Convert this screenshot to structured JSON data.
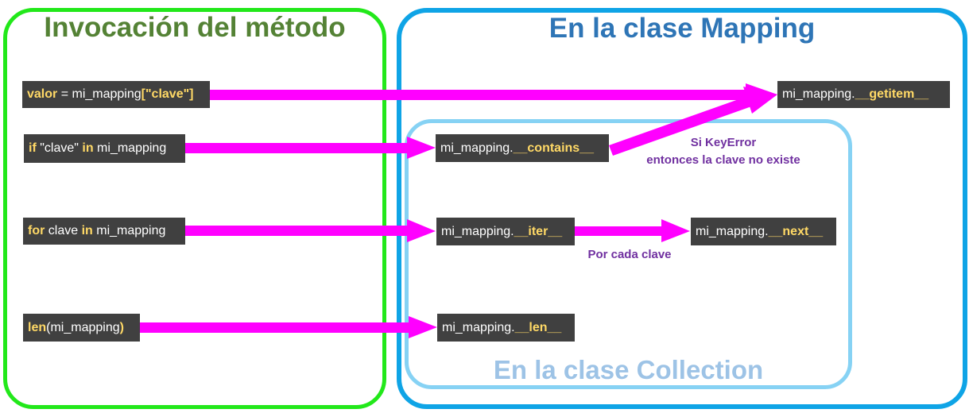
{
  "panels": {
    "left_title": "Invocación del método",
    "right_title": "En la clase Mapping",
    "collection_title": "En la clase Collection"
  },
  "invocations": {
    "getitem": {
      "p1": "valor",
      "p2": " = mi_mapping",
      "p3": "[\"clave\"]"
    },
    "contains": {
      "p1": "if",
      "p2": " \"clave\" ",
      "p3": "in",
      "p4": " mi_mapping"
    },
    "iter": {
      "p1": "for",
      "p2": " clave ",
      "p3": "in",
      "p4": " mi_mapping"
    },
    "len": {
      "p1": "len",
      "p2": "(mi_mapping",
      "p3": ")"
    }
  },
  "methods": {
    "getitem": {
      "prefix": "mi_mapping.",
      "name": "__getitem__"
    },
    "contains": {
      "prefix": "mi_mapping.",
      "name": "__contains__"
    },
    "iter": {
      "prefix": "mi_mapping.",
      "name": "__iter__"
    },
    "next": {
      "prefix": "mi_mapping.",
      "name": "__next__"
    },
    "len": {
      "prefix": "mi_mapping.",
      "name": "__len__"
    }
  },
  "notes": {
    "keyerror_line1": "Si KeyError",
    "keyerror_line2": "entonces la clave no existe",
    "por_cada_clave": "Por cada clave"
  },
  "colors": {
    "arrow": "#ff00ff",
    "box_bg": "#404040",
    "keyword": "#ffd966",
    "left_border": "#22e81a",
    "right_border": "#0fa4e6",
    "collection_border": "#86d2f4",
    "note": "#7030a0"
  }
}
